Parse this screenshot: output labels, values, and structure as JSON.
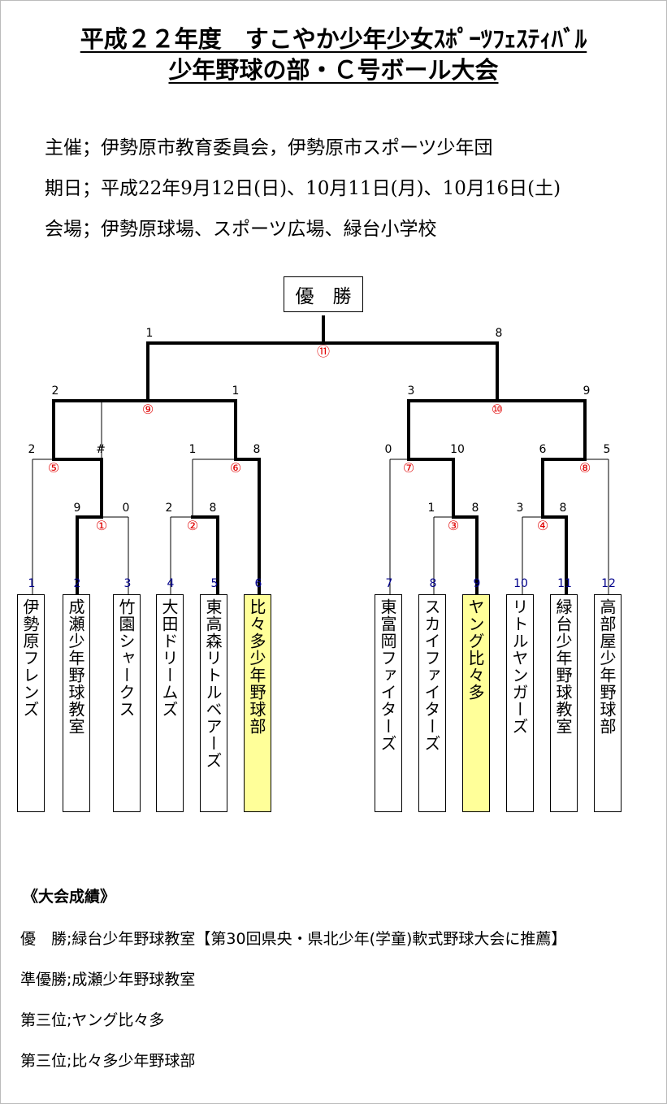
{
  "title": {
    "line1": "平成２２年度　すこやか少年少女ｽﾎﾟｰﾂﾌｪｽﾃｨﾊﾞﾙ",
    "line2": "少年野球の部・Ｃ号ボール大会"
  },
  "info": {
    "host": "主催；伊勢原市教育委員会，伊勢原市スポーツ少年団",
    "dates": "期日；平成22年9月12日(日)、10月11日(月)、10月16日(土)",
    "venue": "会場；伊勢原球場、スポーツ広場、緑台小学校"
  },
  "champion_label": "優　勝",
  "teams": [
    {
      "seed": "1",
      "name": "伊勢原フレンズ"
    },
    {
      "seed": "2",
      "name": "成瀬少年野球教室"
    },
    {
      "seed": "3",
      "name": "竹園シャークス"
    },
    {
      "seed": "4",
      "name": "大田ドリームズ"
    },
    {
      "seed": "5",
      "name": "東高森リトルベアーズ"
    },
    {
      "seed": "6",
      "name": "比々多少年野球部"
    },
    {
      "seed": "7",
      "name": "東富岡ファイターズ"
    },
    {
      "seed": "8",
      "name": "スカイファイターズ"
    },
    {
      "seed": "9",
      "name": "ヤング比々多"
    },
    {
      "seed": "10",
      "name": "リトルヤンガーズ"
    },
    {
      "seed": "11",
      "name": "緑台少年野球教室"
    },
    {
      "seed": "12",
      "name": "高部屋少年野球部"
    }
  ],
  "games": [
    "①",
    "②",
    "③",
    "④",
    "⑤",
    "⑥",
    "⑦",
    "⑧",
    "⑨",
    "⑩",
    "⑪"
  ],
  "scores": {
    "g1": [
      "9",
      "0"
    ],
    "g2": [
      "2",
      "8"
    ],
    "g3": [
      "1",
      "8"
    ],
    "g4": [
      "3",
      "8"
    ],
    "g5": [
      "2",
      "#"
    ],
    "g6": [
      "1",
      "8"
    ],
    "g7": [
      "0",
      "10"
    ],
    "g8": [
      "6",
      "5"
    ],
    "g9": [
      "2",
      "1"
    ],
    "g10": [
      "3",
      "9"
    ],
    "g11": [
      "1",
      "8"
    ]
  },
  "results": {
    "heading": "《大会成績》",
    "winner": "優　勝;緑台少年野球教室【第30回県央・県北少年(学童)軟式野球大会に推薦】",
    "runner_up": "準優勝;成瀬少年野球教室",
    "third_a": "第三位;ヤング比々多",
    "third_b": "第三位;比々多少年野球部"
  },
  "colors": {
    "game_number": "#e00000",
    "seed_number": "#00008b",
    "highlight": "#ffff99"
  }
}
